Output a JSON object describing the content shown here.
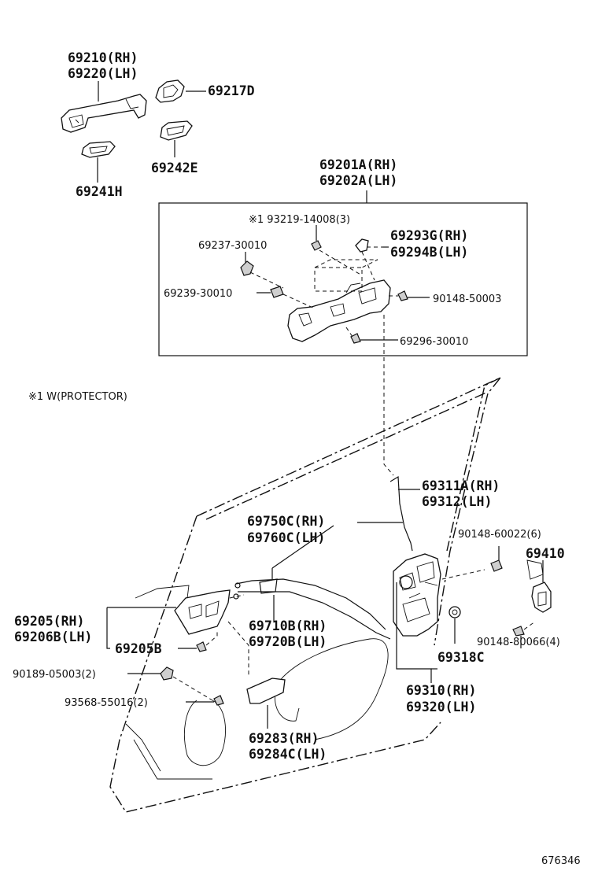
{
  "note": "※1 W(PROTECTOR)",
  "labels": {
    "p69210": "69210(RH)",
    "p69220": "69220(LH)",
    "p69217D": "69217D",
    "p69242E": "69242E",
    "p69241H": "69241H",
    "p69201A": "69201A(RH)",
    "p69202A": "69202A(LH)",
    "p93219": "※1 93219-14008(3)",
    "p69237": "69237-30010",
    "p69293G": "69293G(RH)",
    "p69294B": "69294B(LH)",
    "p69239": "69239-30010",
    "p90148_50003": "90148-50003",
    "p69296": "69296-30010",
    "p69311A": "69311A(RH)",
    "p69312": "69312(LH)",
    "p69750C": "69750C(RH)",
    "p69760C": "69760C(LH)",
    "p90148_60022": "90148-60022(6)",
    "p69410": "69410",
    "p69205": "69205(RH)",
    "p69206B": "69206B(LH)",
    "p69710B": "69710B(RH)",
    "p69720B": "69720B(LH)",
    "p90148_80066": "90148-80066(4)",
    "p69205B": "69205B",
    "p69318C": "69318C",
    "p90189": "90189-05003(2)",
    "p69310": "69310(RH)",
    "p69320": "69320(LH)",
    "p93568": "93568-55016(2)",
    "p69283": "69283(RH)",
    "p69284C": "69284C(LH)"
  },
  "reference_number": "676346"
}
